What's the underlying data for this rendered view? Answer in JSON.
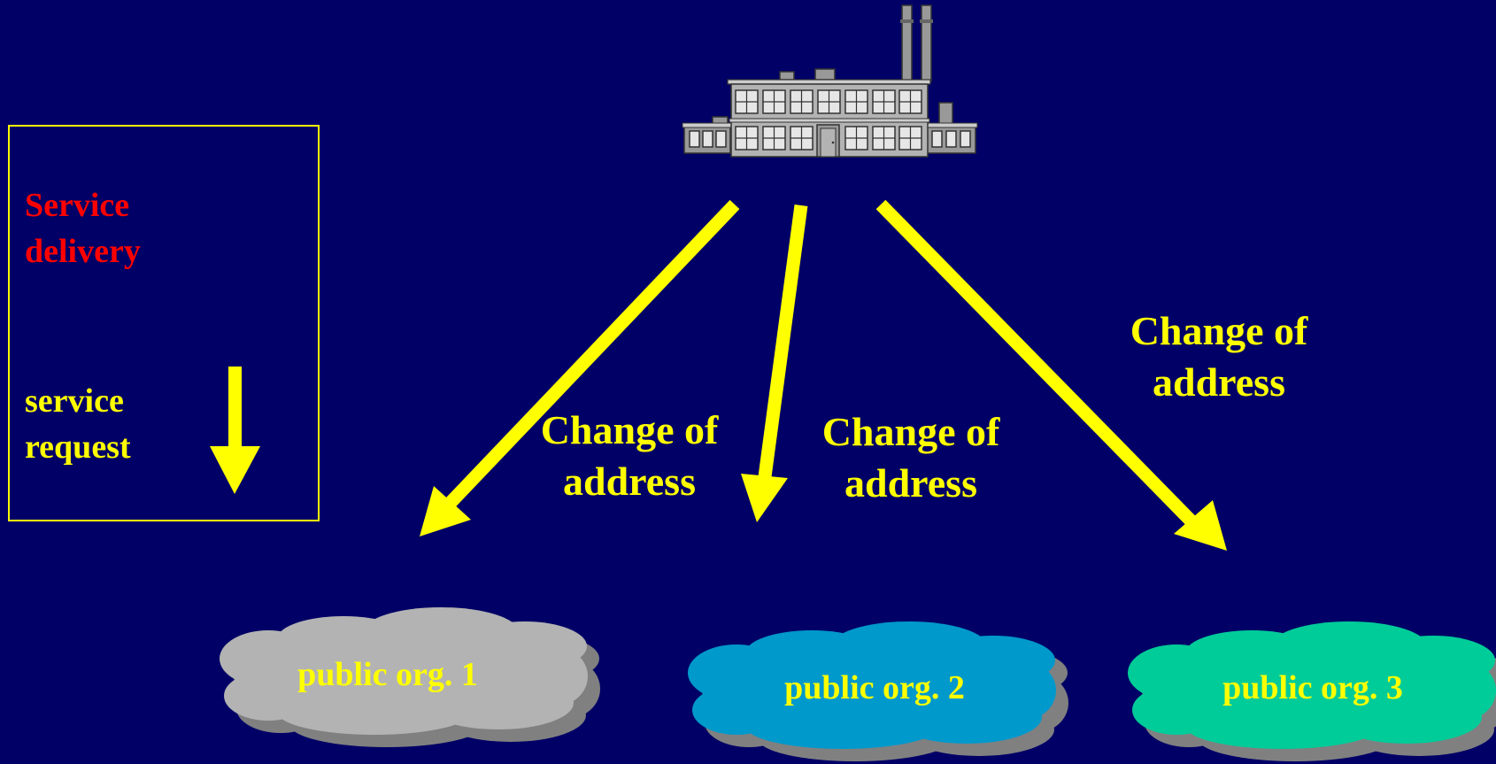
{
  "legend": {
    "title_line1": "Service",
    "title_line2": "delivery",
    "request_line1": "service",
    "request_line2": "request"
  },
  "arrows": [
    {
      "label_line1": "Change of",
      "label_line2": "address"
    },
    {
      "label_line1": "Change of",
      "label_line2": "address"
    },
    {
      "label_line1": "Change of",
      "label_line2": "address"
    }
  ],
  "orgs": [
    {
      "label": "public org. 1",
      "color": "#b3b3b3"
    },
    {
      "label": "public org. 2",
      "color": "#0099cc"
    },
    {
      "label": "public org. 3",
      "color": "#00cc99"
    }
  ],
  "colors": {
    "background": "#000066",
    "arrow": "#ffff00",
    "shadow": "#808080"
  },
  "icons": {
    "source": "factory-icon"
  }
}
